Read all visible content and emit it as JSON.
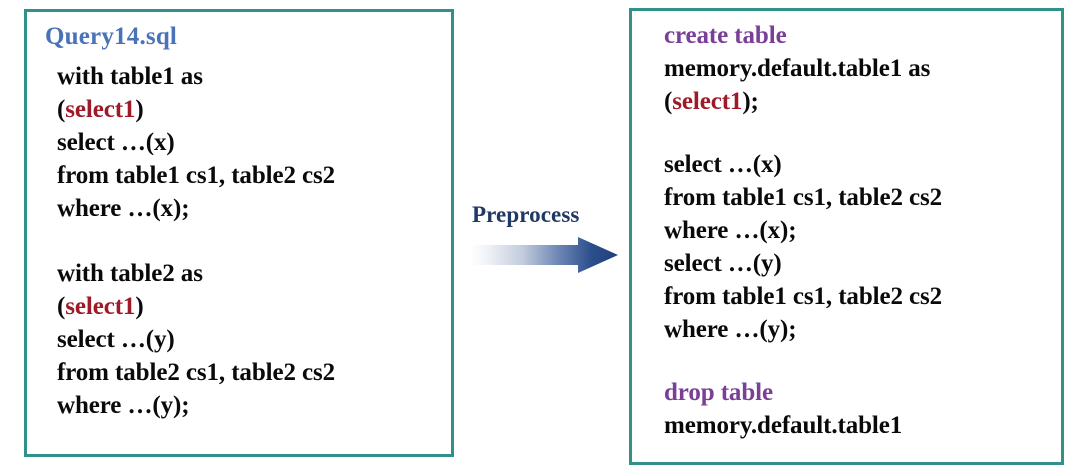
{
  "colors": {
    "panel_border": "#2f9189",
    "title_blue": "#4a72b8",
    "keyword_red": "#9e1a28",
    "keyword_purple": "#7a4098",
    "arrow_navy": "#1f3864",
    "text_black": "#0a0a0a",
    "background": "#ffffff"
  },
  "left_panel": {
    "title": "Query14.sql",
    "blocks": [
      {
        "lines": [
          {
            "segments": [
              {
                "text": "with table1 as",
                "style": "plain"
              }
            ]
          },
          {
            "segments": [
              {
                "text": "(",
                "style": "plain"
              },
              {
                "text": "select1",
                "style": "red"
              },
              {
                "text": ")",
                "style": "plain"
              }
            ]
          },
          {
            "segments": [
              {
                "text": "select …(x)",
                "style": "plain"
              }
            ]
          },
          {
            "segments": [
              {
                "text": "from table1 cs1, table2 cs2",
                "style": "plain"
              }
            ]
          },
          {
            "segments": [
              {
                "text": "where …(x);",
                "style": "plain"
              }
            ]
          }
        ]
      },
      {
        "lines": [
          {
            "segments": [
              {
                "text": "with table2 as",
                "style": "plain"
              }
            ]
          },
          {
            "segments": [
              {
                "text": "(",
                "style": "plain"
              },
              {
                "text": "select1",
                "style": "red"
              },
              {
                "text": ")",
                "style": "plain"
              }
            ]
          },
          {
            "segments": [
              {
                "text": "select …(y)",
                "style": "plain"
              }
            ]
          },
          {
            "segments": [
              {
                "text": "from table2 cs1, table2 cs2",
                "style": "plain"
              }
            ]
          },
          {
            "segments": [
              {
                "text": "where …(y);",
                "style": "plain"
              }
            ]
          }
        ]
      }
    ]
  },
  "middle": {
    "label": "Preprocess",
    "arrow_icon": "right-arrow-icon",
    "arrow_gradient_from": "#ffffff",
    "arrow_gradient_to": "#1f3f7a"
  },
  "right_panel": {
    "title": null,
    "blocks": [
      {
        "lines": [
          {
            "segments": [
              {
                "text": "create table",
                "style": "purple"
              }
            ]
          },
          {
            "segments": [
              {
                "text": "memory.default.table1 as",
                "style": "plain"
              }
            ]
          },
          {
            "segments": [
              {
                "text": "(",
                "style": "plain"
              },
              {
                "text": "select1",
                "style": "red"
              },
              {
                "text": ");",
                "style": "plain"
              }
            ]
          }
        ]
      },
      {
        "lines": [
          {
            "segments": [
              {
                "text": "select …(x)",
                "style": "plain"
              }
            ]
          },
          {
            "segments": [
              {
                "text": "from table1 cs1, table2 cs2",
                "style": "plain"
              }
            ]
          },
          {
            "segments": [
              {
                "text": "where …(x);",
                "style": "plain"
              }
            ]
          },
          {
            "segments": [
              {
                "text": "select …(y)",
                "style": "plain"
              }
            ]
          },
          {
            "segments": [
              {
                "text": "from table1 cs1, table2 cs2",
                "style": "plain"
              }
            ]
          },
          {
            "segments": [
              {
                "text": "where …(y);",
                "style": "plain"
              }
            ]
          }
        ]
      },
      {
        "lines": [
          {
            "segments": [
              {
                "text": "drop table",
                "style": "purple"
              }
            ]
          },
          {
            "segments": [
              {
                "text": "memory.default.table1",
                "style": "plain"
              }
            ]
          }
        ]
      }
    ]
  }
}
